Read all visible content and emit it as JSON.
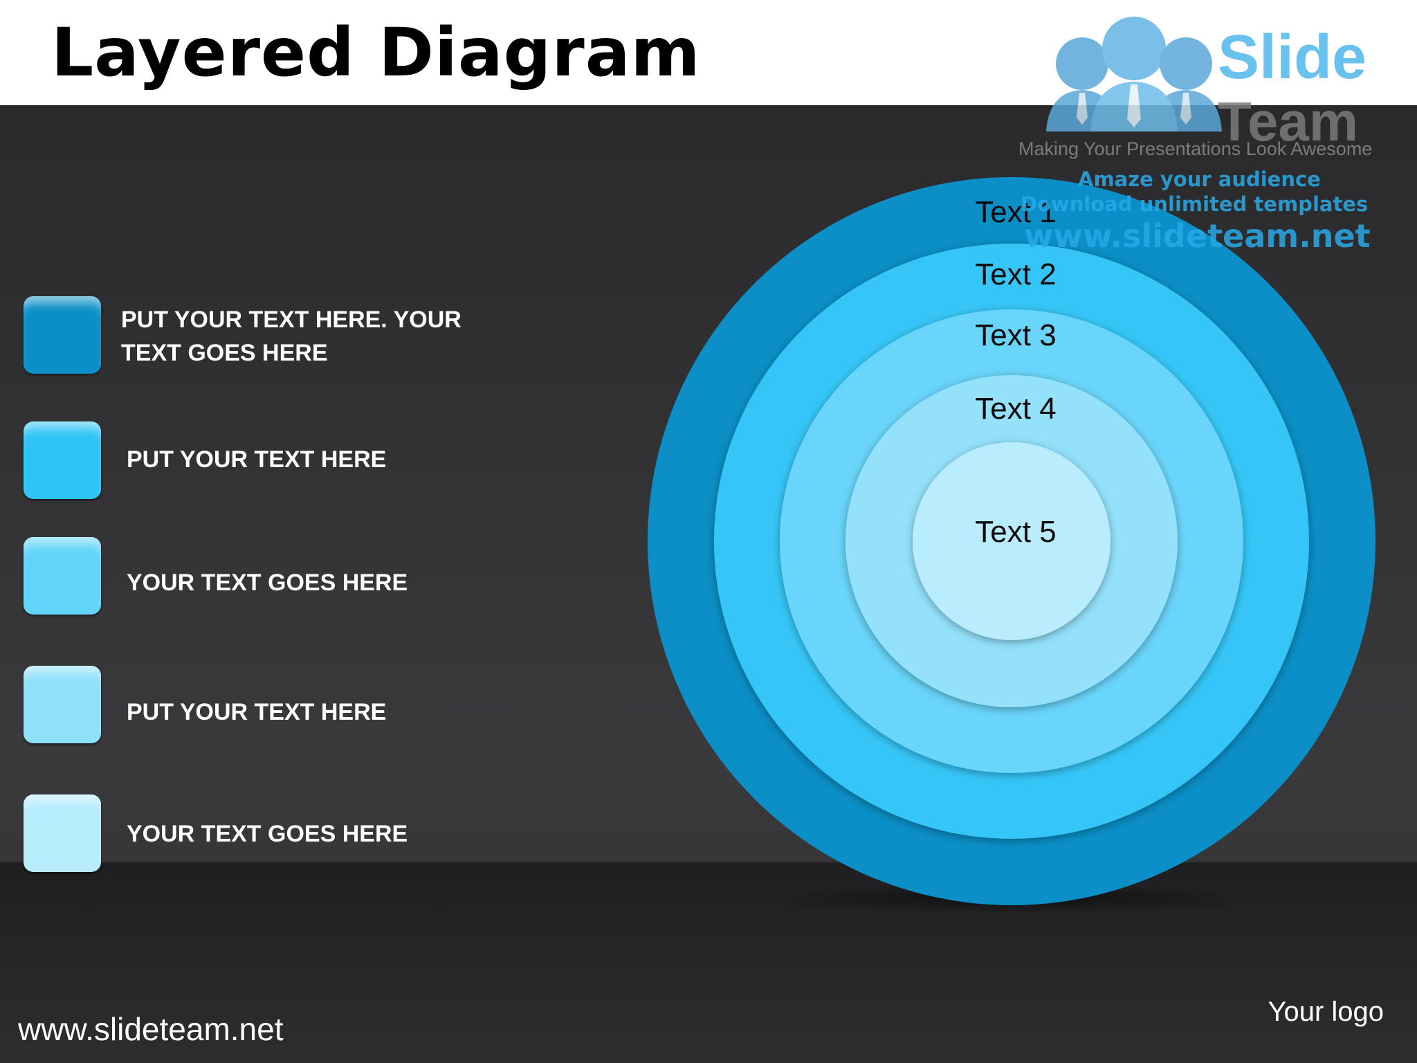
{
  "slide": {
    "title": "Layered Diagram",
    "footer_url": "www.slideteam.net",
    "footer_logo": "Your logo"
  },
  "watermark": {
    "brand_line1": "Slide",
    "brand_line2": "Team",
    "tagline": "Making Your Presentations Look Awesome",
    "line1": "Amaze your audience",
    "line2": "Download unlimited templates",
    "line3": "www.slideteam.net"
  },
  "legend": [
    {
      "text": "PUT YOUR TEXT HERE. YOUR\nTEXT GOES HERE",
      "color": "#0b8fc6"
    },
    {
      "text": "PUT YOUR TEXT HERE",
      "color": "#2ec4f6"
    },
    {
      "text": "YOUR TEXT GOES HERE",
      "color": "#63d4f9"
    },
    {
      "text": "PUT YOUR TEXT HERE",
      "color": "#8fe0fb"
    },
    {
      "text": "YOUR TEXT GOES HERE",
      "color": "#b7ecfd"
    }
  ],
  "rings": [
    {
      "label": "Text 1",
      "color": "#0b8fc6"
    },
    {
      "label": "Text 2",
      "color": "#34c6f7"
    },
    {
      "label": "Text 3",
      "color": "#69d5fa"
    },
    {
      "label": "Text 4",
      "color": "#93e1fb"
    },
    {
      "label": "Text 5",
      "color": "#b9ecfd"
    }
  ]
}
